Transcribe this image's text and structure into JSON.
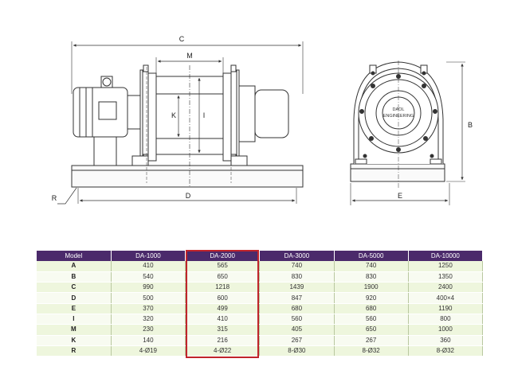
{
  "drawing": {
    "dimension_labels": {
      "C": "C",
      "M": "M",
      "K": "K",
      "I": "I",
      "D": "D",
      "R": "R",
      "B": "B",
      "E": "E"
    },
    "nameplate": [
      "DAOL",
      "ENGINEERING"
    ]
  },
  "table": {
    "headers": [
      "Model",
      "DA-1000",
      "DA-2000",
      "DA-3000",
      "DA-5000",
      "DA-10000"
    ],
    "rows": [
      [
        "A",
        "410",
        "565",
        "740",
        "740",
        "1250"
      ],
      [
        "B",
        "540",
        "650",
        "830",
        "830",
        "1350"
      ],
      [
        "C",
        "990",
        "1218",
        "1439",
        "1900",
        "2400"
      ],
      [
        "D",
        "500",
        "600",
        "847",
        "920",
        "400×4"
      ],
      [
        "E",
        "370",
        "499",
        "680",
        "680",
        "1190"
      ],
      [
        "I",
        "320",
        "410",
        "560",
        "560",
        "800"
      ],
      [
        "M",
        "230",
        "315",
        "405",
        "650",
        "1000"
      ],
      [
        "K",
        "140",
        "216",
        "267",
        "267",
        "360"
      ],
      [
        "R",
        "4-Ø19",
        "4-Ø22",
        "8-Ø30",
        "8-Ø32",
        "8-Ø32"
      ]
    ],
    "highlight_color": "#c0242b",
    "header_color": "#4b2a6b"
  }
}
